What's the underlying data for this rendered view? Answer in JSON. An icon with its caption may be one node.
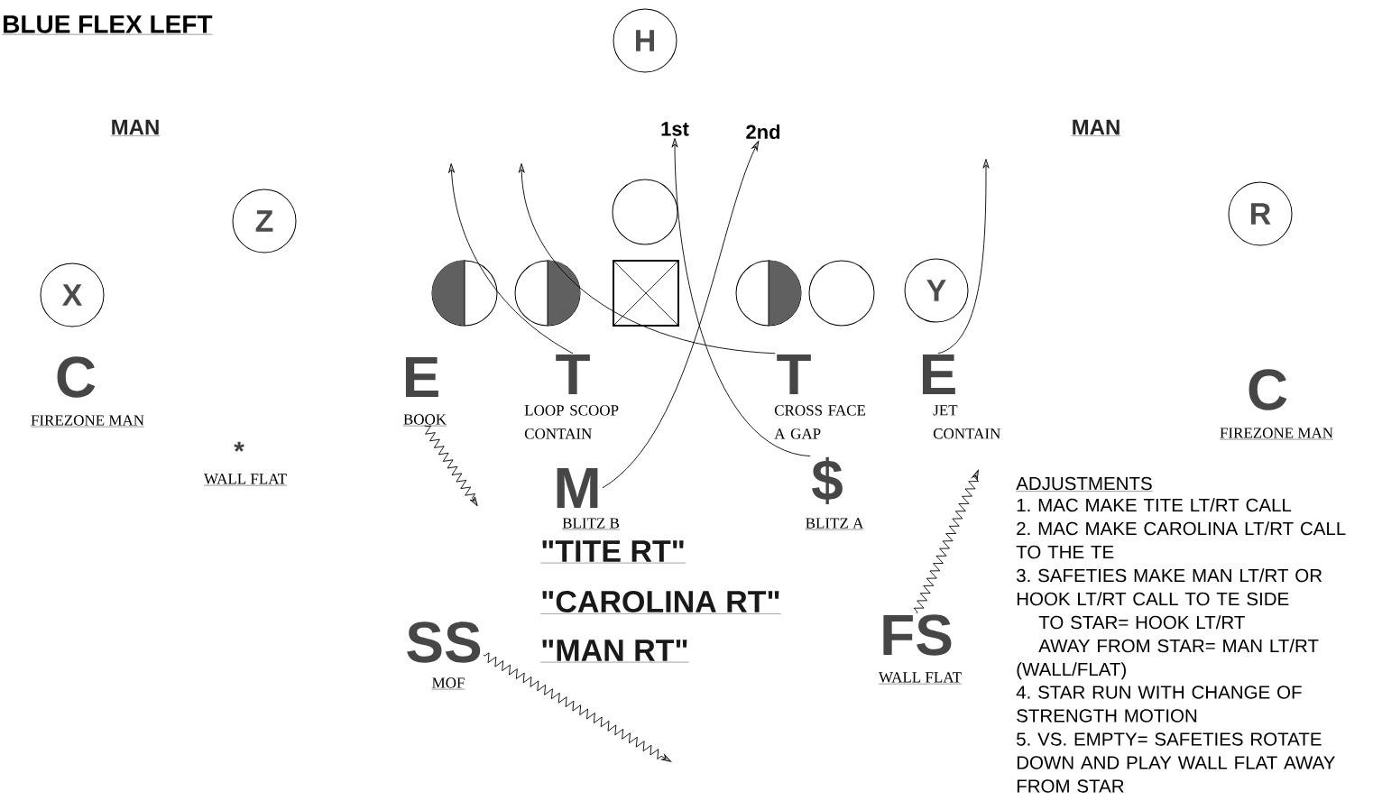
{
  "diagram": {
    "title": "BLUE FLEX LEFT",
    "nodes": [
      {
        "text": [
          "H"
        ]
      },
      {
        "text": [
          "Z"
        ]
      },
      {
        "text": [
          "R"
        ]
      },
      {
        "text": [],
        "shape": "circle"
      },
      {
        "text": [
          "X"
        ]
      },
      {
        "text": [],
        "shape": "circle"
      },
      {
        "text": [],
        "shape": "circle"
      },
      {
        "text": [],
        "shape": "box"
      },
      {
        "text": [],
        "shape": "circle"
      },
      {
        "text": [],
        "shape": "circle"
      },
      {
        "text": [
          "Y"
        ]
      },
      {
        "text": [
          "C"
        ],
        "beside": [
          "FIREZONE MAN"
        ]
      },
      {
        "text": [
          "E"
        ],
        "beside": [
          "BOOK"
        ]
      },
      {
        "text": [
          "T"
        ],
        "beside": [
          "LOOP SCOOP CONTAIN"
        ]
      },
      {
        "text": [
          "T"
        ],
        "beside": [
          "CROSS FACE A GAP"
        ]
      },
      {
        "text": [
          "E"
        ],
        "beside": [
          "JET CONTAIN"
        ]
      },
      {
        "text": [
          "C"
        ],
        "beside": [
          "FIREZONE MAN"
        ]
      },
      {
        "text": [
          "*"
        ],
        "beside": [
          "WALL FLAT"
        ]
      },
      {
        "text": [
          "M"
        ],
        "beside": [
          "BLITZ B"
        ]
      },
      {
        "text": [
          "$"
        ],
        "beside": [
          "BLITZ A"
        ]
      },
      {
        "text": [
          "SS"
        ],
        "beside": [
          "MOF"
        ]
      },
      {
        "text": [
          "FS"
        ],
        "beside": [
          "WALL FLAT"
        ]
      },
      {
        "text": [
          "1st"
        ]
      },
      {
        "text": [
          "2nd"
        ]
      }
    ],
    "edges": [
      {
        "from": 13,
        "to": null,
        "arrow": "to"
      },
      {
        "from": 14,
        "to": null,
        "arrow": "to"
      },
      {
        "from": 19,
        "to": 22,
        "arrow": "to"
      },
      {
        "from": 18,
        "to": 23,
        "arrow": "to"
      },
      {
        "from": 15,
        "to": null,
        "arrow": "to"
      },
      {
        "from": 12,
        "to": null,
        "arrow": "to"
      },
      {
        "from": 20,
        "to": null,
        "arrow": "to"
      },
      {
        "from": 21,
        "to": null,
        "arrow": "to"
      }
    ],
    "labels": [
      "MAN",
      "MAN",
      "\"TITE RT\"",
      "\"CAROLINA RT\"",
      "\"MAN RT\"",
      "ADJUSTMENTS",
      "1. MAC MAKE TITE LT/RT CALL",
      "2. MAC MAKE CAROLINA LT/RT CALL TO THE TE",
      "3. SAFETIES MAKE MAN LT/RT OR HOOK LT/RT CALL TO TE SIDE",
      "TO STAR= HOOK LT/RT",
      "AWAY FROM STAR= MAN LT/RT",
      "(WALL/FLAT)",
      "4. STAR RUN WITH CHANGE OF STRENGTH MOTION",
      "5. VS. EMPTY= SAFETIES ROTATE DOWN AND PLAY WALL FLAT AWAY FROM STAR"
    ]
  }
}
